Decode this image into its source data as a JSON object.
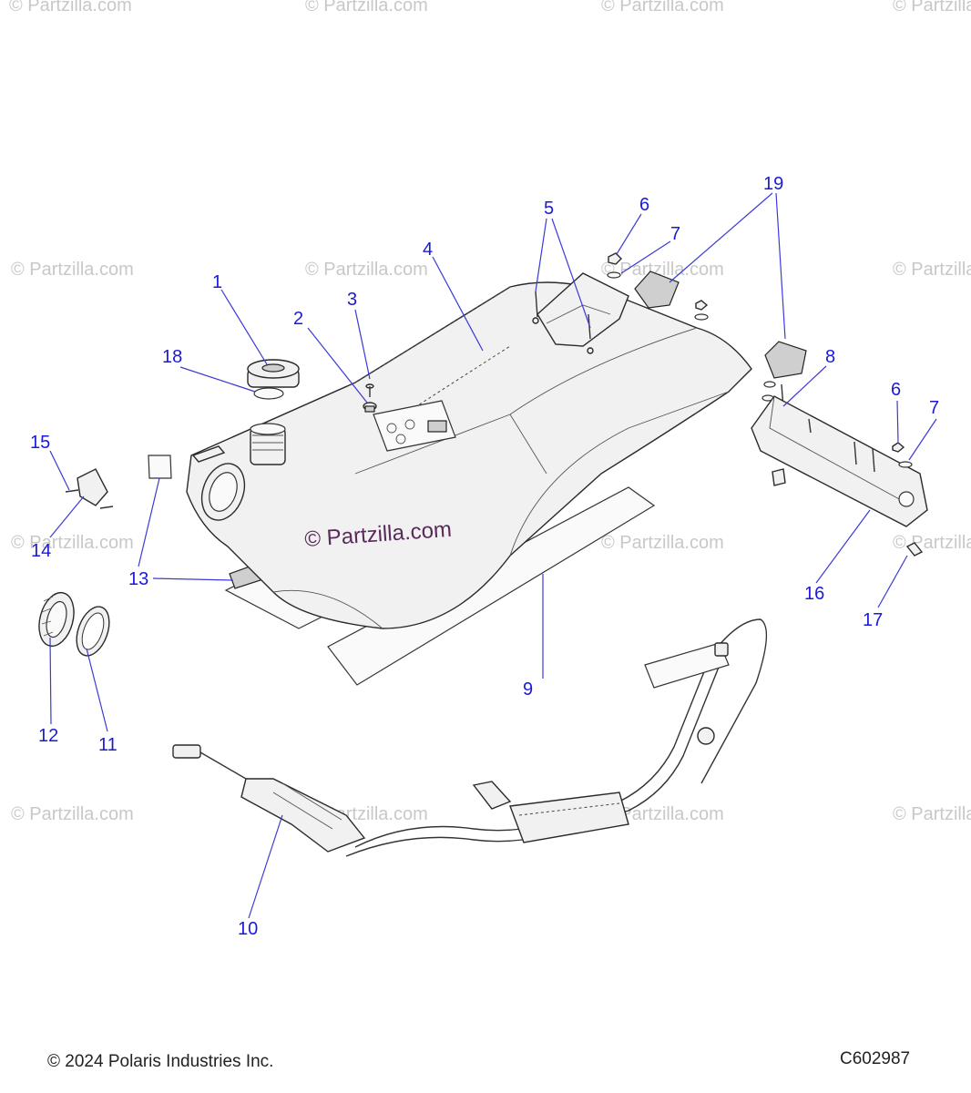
{
  "watermark_text": "© Partzilla.com",
  "watermark_main": "© Partzilla.com",
  "callouts": [
    {
      "label": "1"
    },
    {
      "label": "2"
    },
    {
      "label": "3"
    },
    {
      "label": "4"
    },
    {
      "label": "5"
    },
    {
      "label": "6"
    },
    {
      "label": "7"
    },
    {
      "label": "8"
    },
    {
      "label": "9"
    },
    {
      "label": "10"
    },
    {
      "label": "11"
    },
    {
      "label": "12"
    },
    {
      "label": "13"
    },
    {
      "label": "14"
    },
    {
      "label": "15"
    },
    {
      "label": "16"
    },
    {
      "label": "17"
    },
    {
      "label": "18"
    },
    {
      "label": "19"
    },
    {
      "label": "6"
    },
    {
      "label": "7"
    }
  ],
  "footer": {
    "copyright": "© 2024 Polaris Industries Inc.",
    "diagram_id": "C602987"
  },
  "colors": {
    "callout": "#1a1ad6",
    "watermark": "#c8c8c8"
  }
}
